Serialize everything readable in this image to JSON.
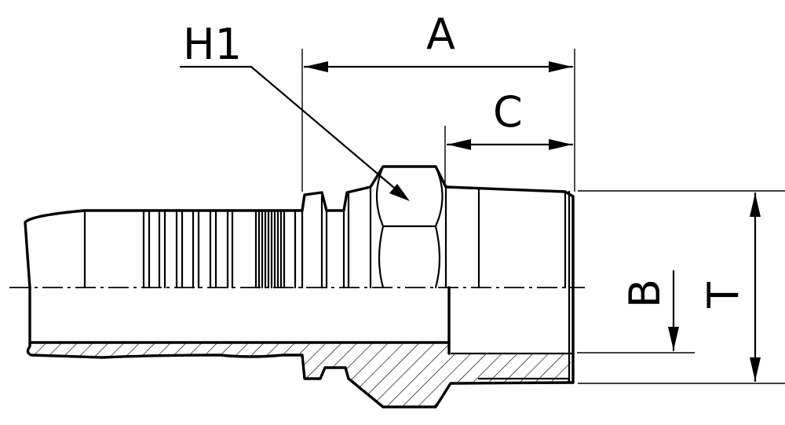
{
  "diagram": {
    "labels": {
      "h1": "H1",
      "a": "A",
      "c": "C",
      "b": "B",
      "t": "T"
    },
    "colors": {
      "line": "#000000",
      "background": "#ffffff"
    }
  }
}
